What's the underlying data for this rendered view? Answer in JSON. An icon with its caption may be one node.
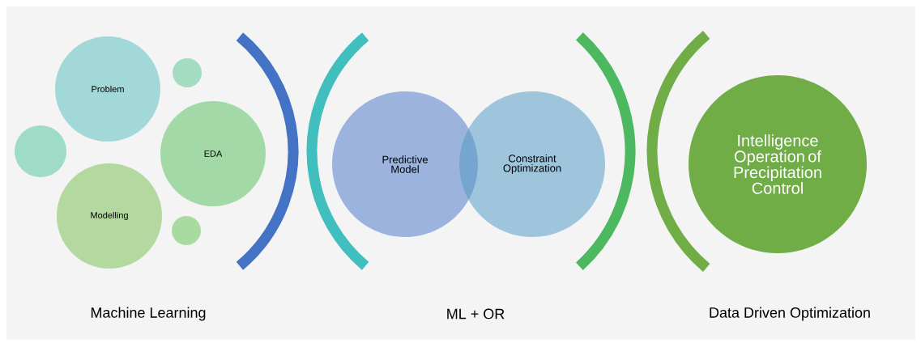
{
  "diagram": {
    "nodes": [
      {
        "text": [
          "Problem"
        ]
      },
      {
        "text": [],
        "shape": "circle"
      },
      {
        "text": [],
        "shape": "circle"
      },
      {
        "text": [
          "EDA"
        ]
      },
      {
        "text": [
          "Modelling"
        ]
      },
      {
        "text": [],
        "shape": "circle"
      },
      {
        "text": [
          "Predictive Model"
        ]
      },
      {
        "text": [
          "Constraint Optimization"
        ]
      },
      {
        "text": [
          "Intelligence Operation of Precipitation Control"
        ]
      }
    ],
    "edges": [],
    "labels": [
      "Machine Learning",
      "ML + OR",
      "Data Driven Optimization"
    ]
  }
}
